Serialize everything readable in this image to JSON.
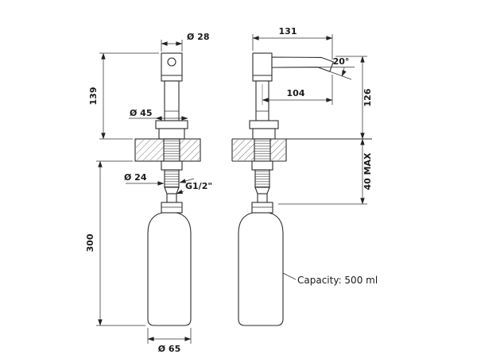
{
  "drawing_type": "soap-dispenser-technical-drawing",
  "colors": {
    "ink": "#1a1a1a",
    "background": "#ffffff"
  },
  "front": {
    "dia_top": "Ø 28",
    "height_above": "139",
    "dia_flange": "Ø 45",
    "dia_shank": "Ø 24",
    "thread": "G1/2\"",
    "length_below": "300",
    "dia_bottle": "Ø 65"
  },
  "side": {
    "spout_length": "131",
    "angle": "20°",
    "reach": "104",
    "height": "126",
    "deck_max": "40 MAX",
    "capacity": "Capacity: 500 ml"
  }
}
